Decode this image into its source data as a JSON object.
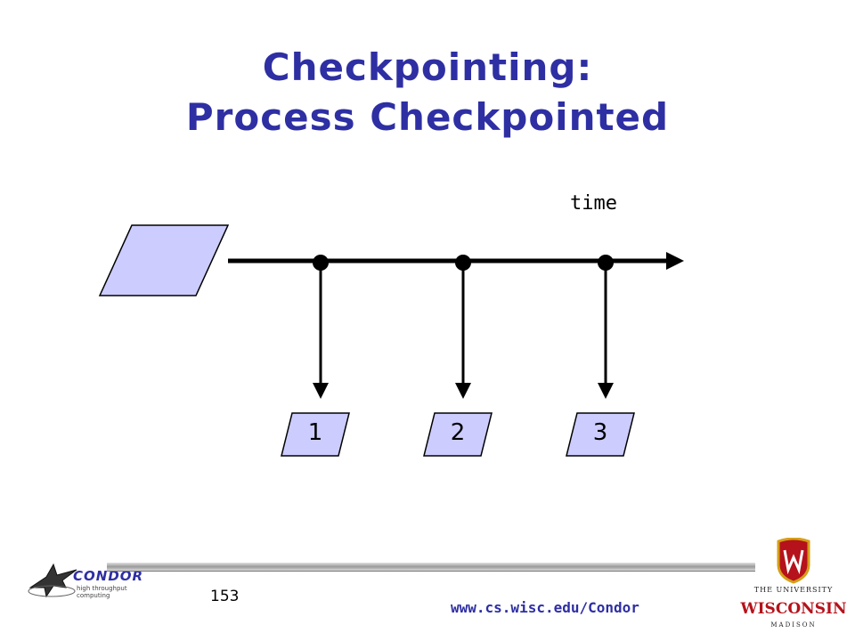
{
  "slide": {
    "title_line1": "Checkpointing:",
    "title_line2": "Process Checkpointed"
  },
  "diagram": {
    "timeline_label": "time",
    "checkpoints": [
      "1",
      "2",
      "3"
    ],
    "process_color": "#ccccff",
    "checkpoint_color": "#ccccff",
    "line_color": "#000000"
  },
  "footer": {
    "page_number": "153",
    "url": "www.cs.wisc.edu/Condor",
    "condor_logo_text": "CONDOR",
    "condor_logo_tagline": "high throughput computing",
    "uw_logo_line1": "THE UNIVERSITY",
    "uw_logo_line2": "WISCONSIN",
    "uw_logo_line3": "MADISON"
  },
  "colors": {
    "title": "#2e2fa3",
    "url": "#2e2fa3",
    "uw_red": "#b5121b"
  }
}
